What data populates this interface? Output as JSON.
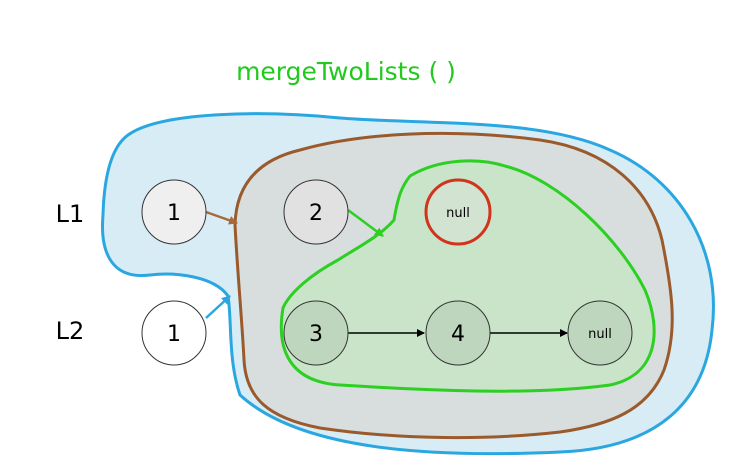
{
  "title": "mergeTwoLists ( )",
  "labels": {
    "l1": "L1",
    "l2": "L2"
  },
  "nodes": {
    "l1_first": "1",
    "l1_second": "2",
    "l1_null": "null",
    "l2_first": "1",
    "l2_second": "3",
    "l2_third": "4",
    "l2_null": "null"
  },
  "colors": {
    "title": "#22c91e",
    "outer_region_stroke": "#2aa7e0",
    "outer_region_fill": "#d8ecf5",
    "middle_region_stroke": "#9b5a2c",
    "middle_region_fill": "#d7dedd",
    "inner_region_stroke": "#2ccf22",
    "inner_region_fill": "#c9e4c9",
    "highlight_node": "#d0341c",
    "node_stroke": "#333333",
    "arrow_l1": "#a66a3c",
    "arrow_l2": "#2aa7e0",
    "arrow_inner": "#2ccf22",
    "arrow_list": "#000000"
  }
}
